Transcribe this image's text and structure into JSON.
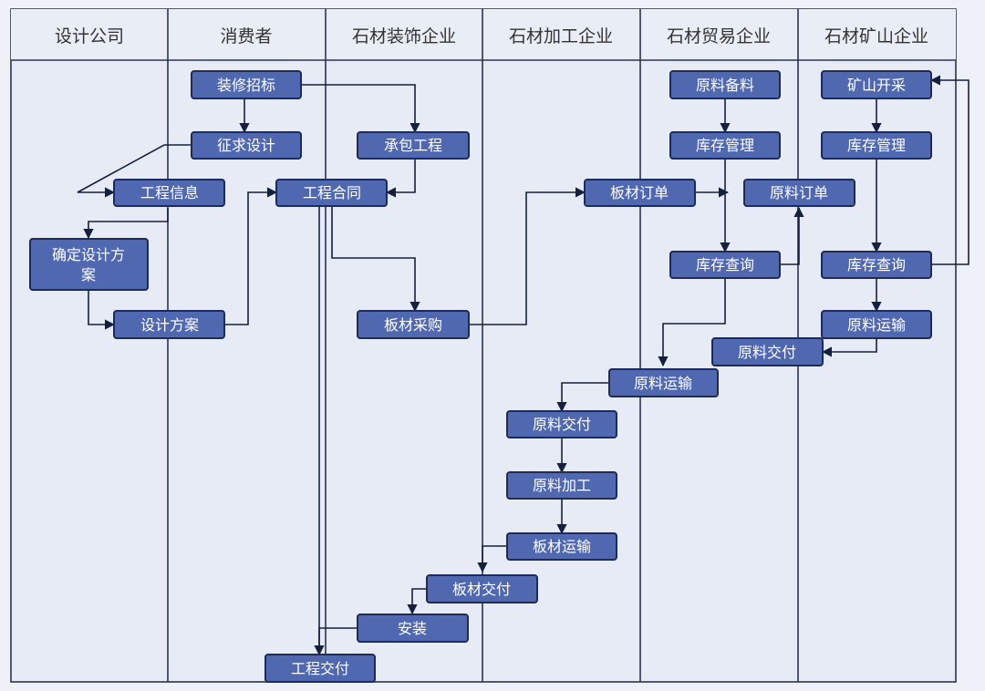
{
  "lanes": [
    {
      "id": "design",
      "title": "设计公司"
    },
    {
      "id": "consumer",
      "title": "消费者"
    },
    {
      "id": "decor",
      "title": "石材装饰企业"
    },
    {
      "id": "process",
      "title": "石材加工企业"
    },
    {
      "id": "trade",
      "title": "石材贸易企业"
    },
    {
      "id": "mine",
      "title": "石材矿山企业"
    }
  ],
  "nodes": {
    "bid": "装修招标",
    "solicit": "征求设计",
    "info": "工程信息",
    "confirm": "确定设计方案",
    "plan": "设计方案",
    "contract_work": "承包工程",
    "contract": "工程合同",
    "slab_purchase": "板材采购",
    "slab_order": "板材订单",
    "raw_prep": "原料备料",
    "inv_mgmt_t": "库存管理",
    "raw_order": "原料订单",
    "inv_query_t": "库存查询",
    "mining": "矿山开采",
    "inv_mgmt_m": "库存管理",
    "inv_query_m": "库存查询",
    "raw_ship_m": "原料运输",
    "raw_deliver_t": "原料交付",
    "raw_ship_t": "原料运输",
    "raw_deliver_p": "原料交付",
    "raw_process": "原料加工",
    "slab_ship": "板材运输",
    "slab_deliver": "板材交付",
    "install": "安装",
    "project_deliver": "工程交付"
  },
  "colors": {
    "node_fill": "#5068b0",
    "node_border": "#1d2a5a",
    "lane_bg": "#e6ebf5",
    "line": "#15203f"
  }
}
